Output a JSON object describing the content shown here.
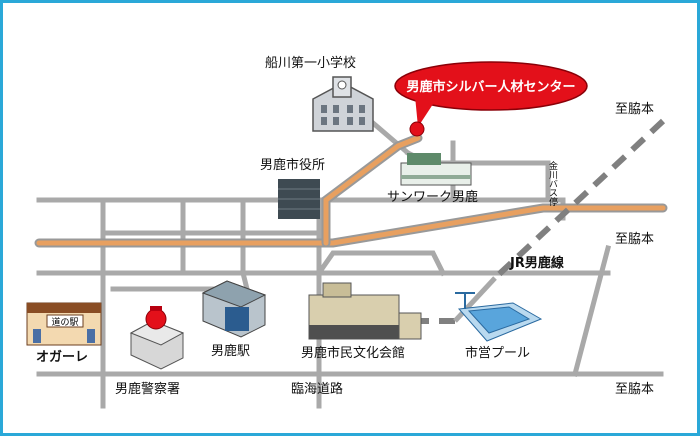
{
  "callout": {
    "label": "男鹿市シルバー人材センター",
    "color": "#e3101a"
  },
  "labels": {
    "school": "船川第一小学校",
    "city_hall": "男鹿市役所",
    "sunwork": "サンワーク男鹿",
    "to_wakimoto_1": "至脇本",
    "to_wakimoto_2": "至脇本",
    "to_wakimoto_3": "至脇本",
    "bus_stop": "金川バス停",
    "jr_line": "JR男鹿線",
    "station": "男鹿駅",
    "roadside_station_sign": "道の駅",
    "roadside_station": "オガーレ",
    "police": "男鹿警察署",
    "bunka_kaikan": "男鹿市民文化会館",
    "rinkai_road": "臨海道路",
    "pool": "市営プール"
  },
  "colors": {
    "border": "#2aa8d8",
    "road": "#a9a9a9",
    "route": "#e8a060",
    "rail": "#808080"
  }
}
